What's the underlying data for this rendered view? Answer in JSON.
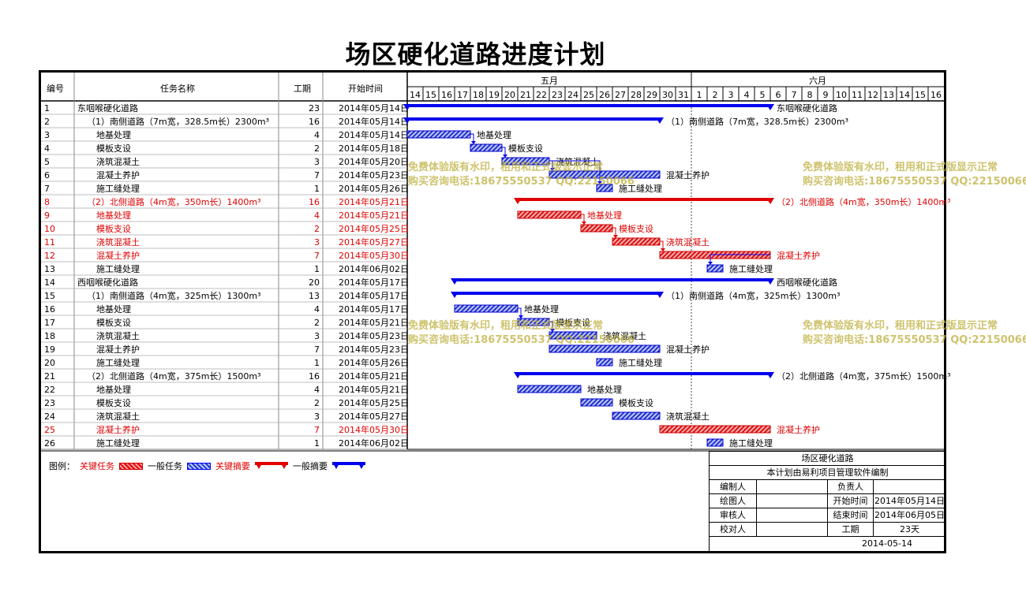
{
  "title": "场区硬化道路进度计划",
  "headers": {
    "no": "编号",
    "name": "任务名称",
    "dur": "工期",
    "start": "开始时间"
  },
  "months": [
    {
      "label": "五月",
      "from": 0,
      "to": 18
    },
    {
      "label": "六月",
      "from": 18,
      "to": 34
    }
  ],
  "days": [
    "14",
    "15",
    "16",
    "17",
    "18",
    "19",
    "20",
    "21",
    "22",
    "23",
    "24",
    "25",
    "26",
    "27",
    "28",
    "29",
    "30",
    "31",
    "1",
    "2",
    "3",
    "4",
    "5",
    "6",
    "7",
    "8",
    "9",
    "10",
    "11",
    "12",
    "13",
    "14",
    "15",
    "16"
  ],
  "tasks": [
    {
      "id": "1",
      "name": "东咽喉硬化道路",
      "dur": "23",
      "start": "2014年05月14日",
      "s": 0,
      "d": 23,
      "type": "summary",
      "crit": false,
      "indent": 0,
      "label": "东咽喉硬化道路"
    },
    {
      "id": "2",
      "name": "（1）南侧道路（7m宽，328.5m长）2300m³",
      "dur": "16",
      "start": "2014年05月14日",
      "s": 0,
      "d": 16,
      "type": "summary",
      "crit": false,
      "indent": 1,
      "label": "（1）南侧道路（7m宽，328.5m长）2300m³"
    },
    {
      "id": "3",
      "name": "地基处理",
      "dur": "4",
      "start": "2014年05月14日",
      "s": 0,
      "d": 4,
      "type": "task",
      "crit": false,
      "indent": 2,
      "label": "地基处理"
    },
    {
      "id": "4",
      "name": "模板支设",
      "dur": "2",
      "start": "2014年05月18日",
      "s": 4,
      "d": 2,
      "type": "task",
      "crit": false,
      "indent": 2,
      "label": "模板支设"
    },
    {
      "id": "5",
      "name": "浇筑混凝土",
      "dur": "3",
      "start": "2014年05月20日",
      "s": 6,
      "d": 3,
      "type": "task",
      "crit": false,
      "indent": 2,
      "label": "浇筑混凝土"
    },
    {
      "id": "6",
      "name": "混凝土养护",
      "dur": "7",
      "start": "2014年05月23日",
      "s": 9,
      "d": 7,
      "type": "task",
      "crit": false,
      "indent": 2,
      "label": "混凝土养护"
    },
    {
      "id": "7",
      "name": "施工缝处理",
      "dur": "1",
      "start": "2014年05月26日",
      "s": 12,
      "d": 1,
      "type": "task",
      "crit": false,
      "indent": 2,
      "label": "施工缝处理"
    },
    {
      "id": "8",
      "name": "（2）北侧道路（4m宽，350m长）1400m³",
      "dur": "16",
      "start": "2014年05月21日",
      "s": 7,
      "d": 16,
      "type": "summary",
      "crit": true,
      "indent": 1,
      "label": "（2）北侧道路（4m宽，350m长）1400m³"
    },
    {
      "id": "9",
      "name": "地基处理",
      "dur": "4",
      "start": "2014年05月21日",
      "s": 7,
      "d": 4,
      "type": "task",
      "crit": true,
      "indent": 2,
      "label": "地基处理"
    },
    {
      "id": "10",
      "name": "模板支设",
      "dur": "2",
      "start": "2014年05月25日",
      "s": 11,
      "d": 2,
      "type": "task",
      "crit": true,
      "indent": 2,
      "label": "模板支设"
    },
    {
      "id": "11",
      "name": "浇筑混凝土",
      "dur": "3",
      "start": "2014年05月27日",
      "s": 13,
      "d": 3,
      "type": "task",
      "crit": true,
      "indent": 2,
      "label": "浇筑混凝土"
    },
    {
      "id": "12",
      "name": "混凝土养护",
      "dur": "7",
      "start": "2014年05月30日",
      "s": 16,
      "d": 7,
      "type": "task",
      "crit": true,
      "indent": 2,
      "label": "混凝土养护"
    },
    {
      "id": "13",
      "name": "施工缝处理",
      "dur": "1",
      "start": "2014年06月02日",
      "s": 19,
      "d": 1,
      "type": "task",
      "crit": false,
      "indent": 2,
      "label": "施工缝处理"
    },
    {
      "id": "14",
      "name": "西咽喉硬化道路",
      "dur": "20",
      "start": "2014年05月17日",
      "s": 3,
      "d": 20,
      "type": "summary",
      "crit": false,
      "indent": 0,
      "label": "西咽喉硬化道路"
    },
    {
      "id": "15",
      "name": "（1）南侧道路（4m宽，325m长）1300m³",
      "dur": "13",
      "start": "2014年05月17日",
      "s": 3,
      "d": 13,
      "type": "summary",
      "crit": false,
      "indent": 1,
      "label": "（1）南侧道路（4m宽，325m长）1300m³"
    },
    {
      "id": "16",
      "name": "地基处理",
      "dur": "4",
      "start": "2014年05月17日",
      "s": 3,
      "d": 4,
      "type": "task",
      "crit": false,
      "indent": 2,
      "label": "地基处理"
    },
    {
      "id": "17",
      "name": "模板支设",
      "dur": "2",
      "start": "2014年05月21日",
      "s": 7,
      "d": 2,
      "type": "task",
      "crit": false,
      "indent": 2,
      "label": "模板支设"
    },
    {
      "id": "18",
      "name": "浇筑混凝土",
      "dur": "3",
      "start": "2014年05月23日",
      "s": 9,
      "d": 3,
      "type": "task",
      "crit": false,
      "indent": 2,
      "label": "浇筑混凝土"
    },
    {
      "id": "19",
      "name": "混凝土养护",
      "dur": "7",
      "start": "2014年05月23日",
      "s": 9,
      "d": 7,
      "type": "task",
      "crit": false,
      "indent": 2,
      "label": "混凝土养护"
    },
    {
      "id": "20",
      "name": "施工缝处理",
      "dur": "1",
      "start": "2014年05月26日",
      "s": 12,
      "d": 1,
      "type": "task",
      "crit": false,
      "indent": 2,
      "label": "施工缝处理"
    },
    {
      "id": "21",
      "name": "（2）北侧道路（4m宽，375m长）1500m³",
      "dur": "16",
      "start": "2014年05月21日",
      "s": 7,
      "d": 16,
      "type": "summary",
      "crit": false,
      "indent": 1,
      "label": "（2）北侧道路（4m宽，375m长）1500m³"
    },
    {
      "id": "22",
      "name": "地基处理",
      "dur": "4",
      "start": "2014年05月21日",
      "s": 7,
      "d": 4,
      "type": "task",
      "crit": false,
      "indent": 2,
      "label": "地基处理"
    },
    {
      "id": "23",
      "name": "模板支设",
      "dur": "2",
      "start": "2014年05月25日",
      "s": 11,
      "d": 2,
      "type": "task",
      "crit": false,
      "indent": 2,
      "label": "模板支设"
    },
    {
      "id": "24",
      "name": "浇筑混凝土",
      "dur": "3",
      "start": "2014年05月27日",
      "s": 13,
      "d": 3,
      "type": "task",
      "crit": false,
      "indent": 2,
      "label": "浇筑混凝土"
    },
    {
      "id": "25",
      "name": "混凝土养护",
      "dur": "7",
      "start": "2014年05月30日",
      "s": 16,
      "d": 7,
      "type": "task",
      "crit": true,
      "indent": 2,
      "label": "混凝土养护"
    },
    {
      "id": "26",
      "name": "施工缝处理",
      "dur": "1",
      "start": "2014年06月02日",
      "s": 19,
      "d": 1,
      "type": "task",
      "crit": false,
      "indent": 2,
      "label": "施工缝处理"
    }
  ],
  "legend": {
    "label": "图例：",
    "critical_task": "关键任务",
    "normal_task": "一般任务",
    "critical_summary": "关键摘要",
    "normal_summary": "一般摘要"
  },
  "info": {
    "project": "场区硬化道路",
    "note": "本计划由易利项目管理软件编制",
    "editor_label": "编制人",
    "owner_label": "负责人",
    "drawer_label": "绘图人",
    "start_label": "开始时间",
    "start_value": "2014年05月14日",
    "reviewer_label": "审核人",
    "end_label": "结束时间",
    "end_value": "2014年06月05日",
    "checker_label": "校对人",
    "dur_label": "工期",
    "dur_value": "23天",
    "date": "2014-05-14"
  },
  "watermarks": {
    "line1": "免费体验版有水印，租用和正式版显示正常",
    "line2": "购买咨询电话:18675550537 QQ:22150066"
  },
  "colors": {
    "critical": "#e00000",
    "normal": "#0000ee"
  }
}
